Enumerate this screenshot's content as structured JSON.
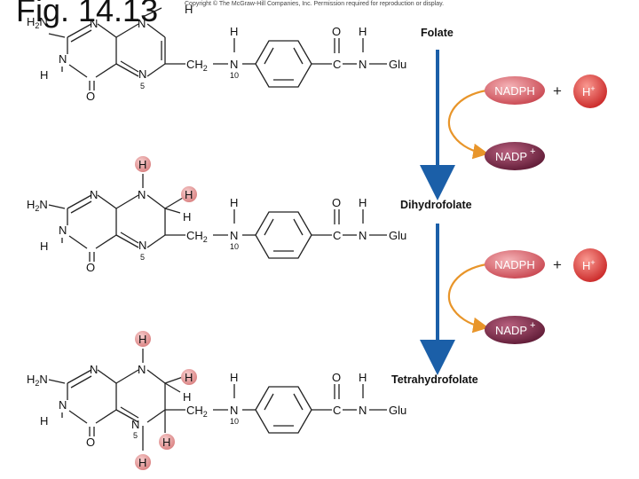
{
  "header": {
    "figure_title": "Fig. 14.13",
    "copyright": "Copyright © The McGraw-Hill Companies, Inc. Permission required for reproduction or display."
  },
  "atoms": {
    "H": "H",
    "N": "N",
    "O": "O",
    "C": "C",
    "CH": "CH",
    "Glu": "Glu",
    "sub2": "2",
    "n5": "5",
    "n10": "10"
  },
  "labels": {
    "folate": "Folate",
    "dihydrofolate": "Dihydrofolate",
    "tetrahydrofolate": "Tetrahydrofolate"
  },
  "cofactors": {
    "nadph": "NADPH",
    "nadp": "NADP",
    "plus": "+",
    "proton": "H",
    "charge": "+"
  },
  "colors": {
    "arrow_blue": "#1b5fa8",
    "curve_orange": "#e8952a",
    "nadph_fill": "#d9606a",
    "nadp_fill": "#7a2846",
    "proton_fill": "#dd3838",
    "h_highlight": "#e89a9a"
  }
}
